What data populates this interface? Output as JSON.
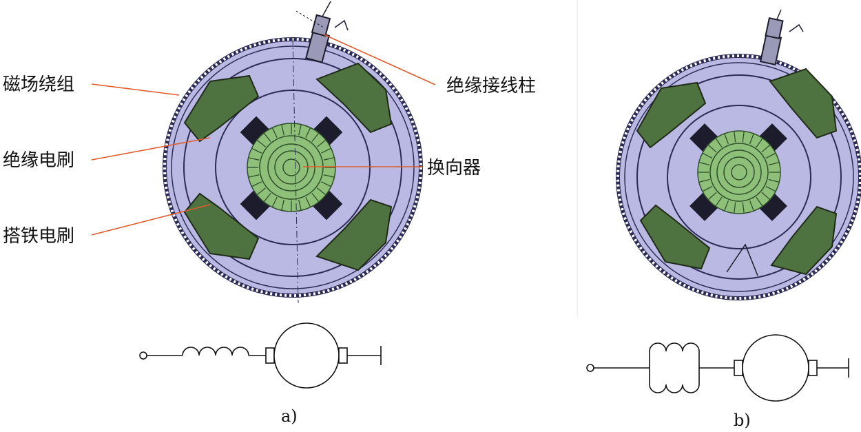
{
  "colors": {
    "housing": "#b9b9e3",
    "housing_stroke": "#2b2b55",
    "coil": "#4f7340",
    "coil_stroke": "#1f2a17",
    "commutator": "#8fc07a",
    "commutator_dark": "#2f4f2a",
    "brush": "#1c1c2c",
    "leader": "#e05a2a",
    "line": "#111111"
  },
  "labels": {
    "field_winding": "磁场绕组",
    "insulated_brush": "绝缘电刷",
    "grounded_brush": "搭铁电刷",
    "insulated_terminal": "绝缘接线柱",
    "commutator": "换向器"
  },
  "captions": {
    "a": "a)",
    "b": "b)"
  },
  "icons": {
    "motor": "dc-motor-symbol",
    "coil": "inductor-coil",
    "ground": "ground-symbol"
  }
}
